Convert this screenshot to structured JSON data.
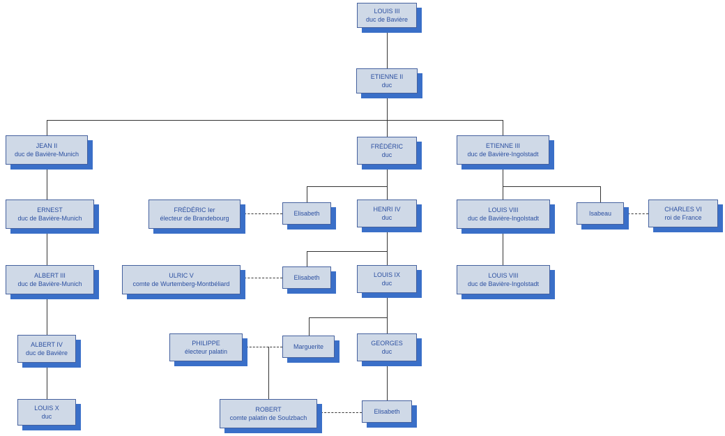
{
  "diagram": {
    "type": "genealogy-tree",
    "colors": {
      "box_fill": "#cfd9e7",
      "box_border": "#44609e",
      "box_shadow": "#3a6fc8",
      "text": "#2b4fa0",
      "line": "#333333"
    },
    "nodes": {
      "louis3": {
        "name": "LOUIS III",
        "title": "duc de Bavière"
      },
      "etienne2": {
        "name": "ETIENNE II",
        "title": "duc"
      },
      "jean2": {
        "name": "JEAN II",
        "title": "duc de Bavière-Munich"
      },
      "frederic": {
        "name": "FRÉDÉRIC",
        "title": "duc"
      },
      "etienne3": {
        "name": "ETIENNE III",
        "title": "duc de Bavière-Ingolstadt"
      },
      "ernest": {
        "name": "ERNEST",
        "title": "duc de Bavière-Munich"
      },
      "frederic1er": {
        "name": "FRÉDÉRIC Ier",
        "title": "électeur de Brandebourg"
      },
      "elisabeth1": {
        "name": "Elisabeth"
      },
      "henri4": {
        "name": "HENRI IV",
        "title": "duc"
      },
      "louis8a": {
        "name": "LOUIS VIII",
        "title": "duc de Bavière-Ingolstadt"
      },
      "isabeau": {
        "name": "Isabeau"
      },
      "charles6": {
        "name": "CHARLES VI",
        "title": "roi de France"
      },
      "albert3": {
        "name": "ALBERT III",
        "title": "duc de Bavière-Munich"
      },
      "ulric5": {
        "name": "ULRIC V",
        "title": "comte de Wurtemberg-Montbéliard"
      },
      "elisabeth2": {
        "name": "Elisabeth"
      },
      "louis9": {
        "name": "LOUIS IX",
        "title": "duc"
      },
      "louis8b": {
        "name": "LOUIS VIII",
        "title": "duc de Bavière-Ingolstadt"
      },
      "albert4": {
        "name": "ALBERT IV",
        "title": "duc de Bavière"
      },
      "philippe": {
        "name": "PHILIPPE",
        "title": "électeur palatin"
      },
      "marguerite": {
        "name": "Marguerite"
      },
      "georges": {
        "name": "GEORGES",
        "title": "duc"
      },
      "louis10": {
        "name": "LOUIS X",
        "title": "duc"
      },
      "robert": {
        "name": "ROBERT",
        "title": "comte palatin de Soulzbach"
      },
      "elisabeth3": {
        "name": "Elisabeth"
      }
    },
    "edges": {
      "descent": [
        [
          "louis3",
          "etienne2"
        ],
        [
          "etienne2",
          "jean2"
        ],
        [
          "etienne2",
          "frederic"
        ],
        [
          "etienne2",
          "etienne3"
        ],
        [
          "jean2",
          "ernest"
        ],
        [
          "ernest",
          "albert3"
        ],
        [
          "albert3",
          "albert4"
        ],
        [
          "albert4",
          "louis10"
        ],
        [
          "frederic",
          "elisabeth1"
        ],
        [
          "frederic",
          "henri4"
        ],
        [
          "henri4",
          "elisabeth2"
        ],
        [
          "henri4",
          "louis9"
        ],
        [
          "louis9",
          "marguerite"
        ],
        [
          "louis9",
          "georges"
        ],
        [
          "georges",
          "elisabeth3"
        ],
        [
          "philippe+marguerite",
          "robert"
        ],
        [
          "etienne3",
          "louis8a"
        ],
        [
          "etienne3",
          "isabeau"
        ],
        [
          "louis8a",
          "louis8b"
        ]
      ],
      "marriages": [
        [
          "frederic1er",
          "elisabeth1"
        ],
        [
          "ulric5",
          "elisabeth2"
        ],
        [
          "philippe",
          "marguerite"
        ],
        [
          "robert",
          "elisabeth3"
        ],
        [
          "isabeau",
          "charles6"
        ]
      ]
    }
  }
}
